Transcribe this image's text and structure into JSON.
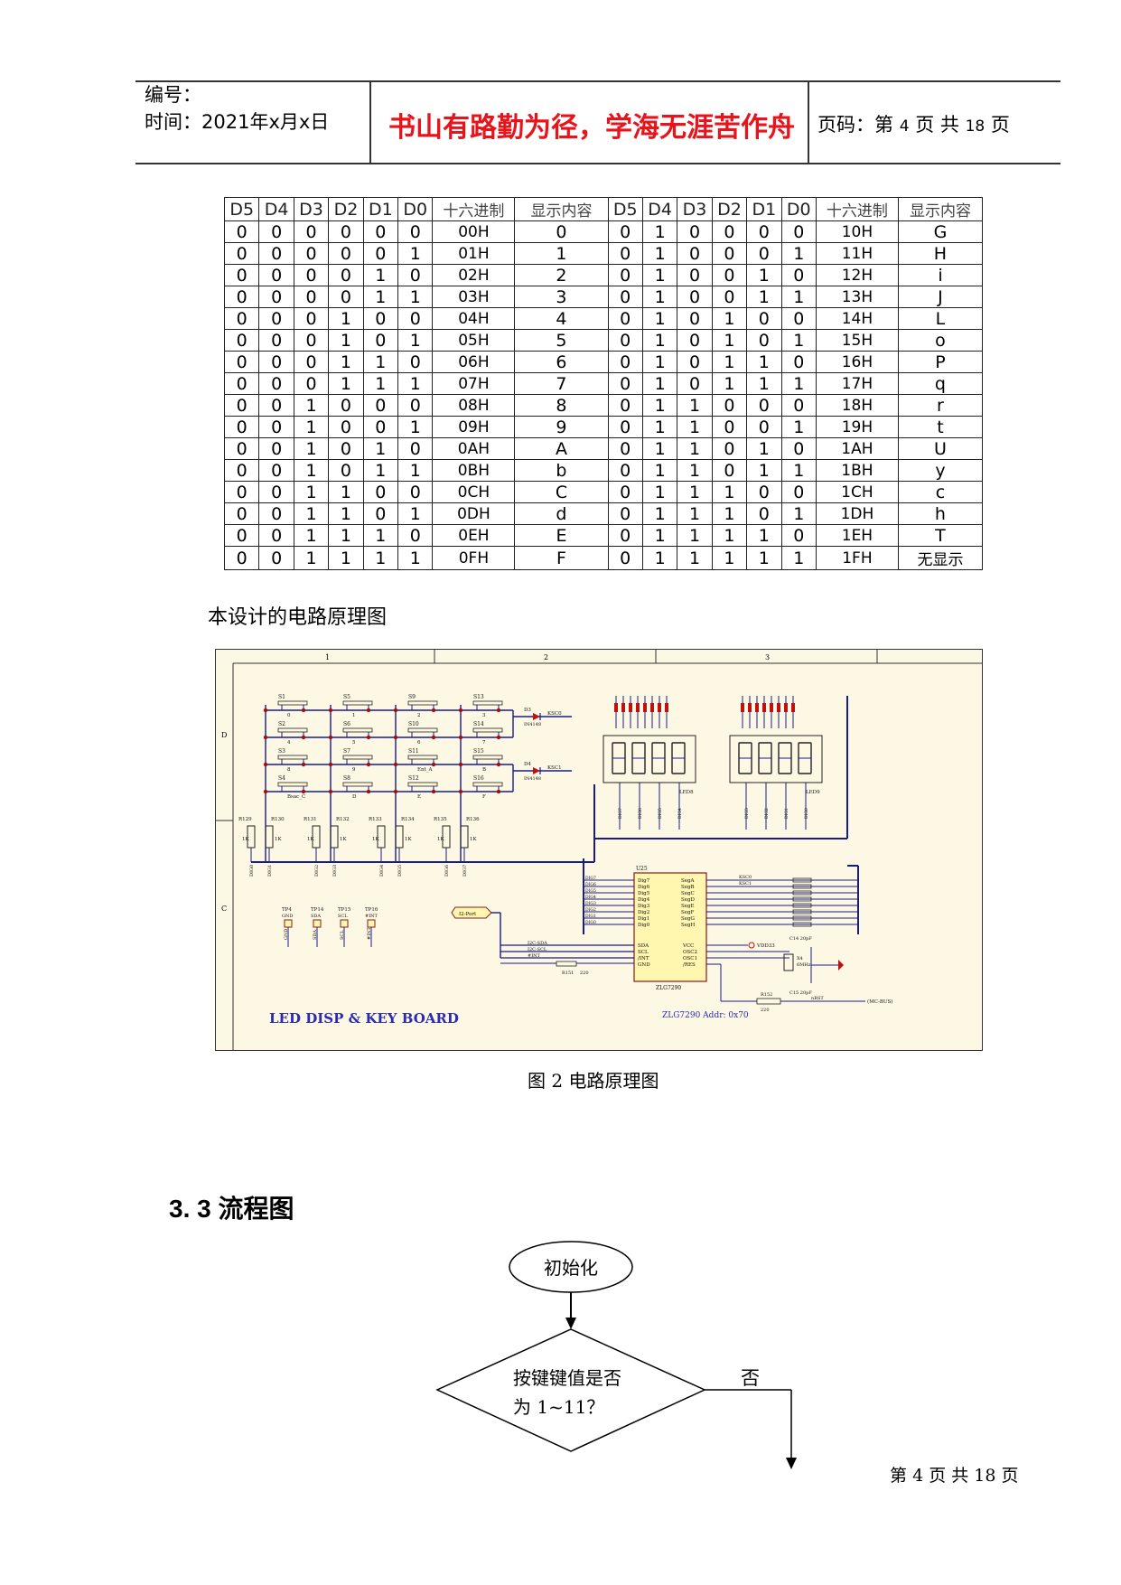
{
  "header": {
    "number_label": "编号：",
    "time_label": "时间：2021年x月x日",
    "motto": "书山有路勤为径，学海无涯苦作舟",
    "page_label": "页码：第",
    "page_num": "4",
    "page_mid": "页  共",
    "total": "18",
    "page_end": "页"
  },
  "table": {
    "headers": [
      "D5",
      "D4",
      "D3",
      "D2",
      "D1",
      "D0",
      "十六进制",
      "显示内容",
      "D5",
      "D4",
      "D3",
      "D2",
      "D1",
      "D0",
      "十六进制",
      "显示内容"
    ],
    "rows": [
      [
        "0",
        "0",
        "0",
        "0",
        "0",
        "0",
        "00H",
        "0",
        "0",
        "1",
        "0",
        "0",
        "0",
        "0",
        "10H",
        "G"
      ],
      [
        "0",
        "0",
        "0",
        "0",
        "0",
        "1",
        "01H",
        "1",
        "0",
        "1",
        "0",
        "0",
        "0",
        "1",
        "11H",
        "H"
      ],
      [
        "0",
        "0",
        "0",
        "0",
        "1",
        "0",
        "02H",
        "2",
        "0",
        "1",
        "0",
        "0",
        "1",
        "0",
        "12H",
        "i"
      ],
      [
        "0",
        "0",
        "0",
        "0",
        "1",
        "1",
        "03H",
        "3",
        "0",
        "1",
        "0",
        "0",
        "1",
        "1",
        "13H",
        "J"
      ],
      [
        "0",
        "0",
        "0",
        "1",
        "0",
        "0",
        "04H",
        "4",
        "0",
        "1",
        "0",
        "1",
        "0",
        "0",
        "14H",
        "L"
      ],
      [
        "0",
        "0",
        "0",
        "1",
        "0",
        "1",
        "05H",
        "5",
        "0",
        "1",
        "0",
        "1",
        "0",
        "1",
        "15H",
        "o"
      ],
      [
        "0",
        "0",
        "0",
        "1",
        "1",
        "0",
        "06H",
        "6",
        "0",
        "1",
        "0",
        "1",
        "1",
        "0",
        "16H",
        "P"
      ],
      [
        "0",
        "0",
        "0",
        "1",
        "1",
        "1",
        "07H",
        "7",
        "0",
        "1",
        "0",
        "1",
        "1",
        "1",
        "17H",
        "q"
      ],
      [
        "0",
        "0",
        "1",
        "0",
        "0",
        "0",
        "08H",
        "8",
        "0",
        "1",
        "1",
        "0",
        "0",
        "0",
        "18H",
        "r"
      ],
      [
        "0",
        "0",
        "1",
        "0",
        "0",
        "1",
        "09H",
        "9",
        "0",
        "1",
        "1",
        "0",
        "0",
        "1",
        "19H",
        "t"
      ],
      [
        "0",
        "0",
        "1",
        "0",
        "1",
        "0",
        "0AH",
        "A",
        "0",
        "1",
        "1",
        "0",
        "1",
        "0",
        "1AH",
        "U"
      ],
      [
        "0",
        "0",
        "1",
        "0",
        "1",
        "1",
        "0BH",
        "b",
        "0",
        "1",
        "1",
        "0",
        "1",
        "1",
        "1BH",
        "y"
      ],
      [
        "0",
        "0",
        "1",
        "1",
        "0",
        "0",
        "0CH",
        "C",
        "0",
        "1",
        "1",
        "1",
        "0",
        "0",
        "1CH",
        "c"
      ],
      [
        "0",
        "0",
        "1",
        "1",
        "0",
        "1",
        "0DH",
        "d",
        "0",
        "1",
        "1",
        "1",
        "0",
        "1",
        "1DH",
        "h"
      ],
      [
        "0",
        "0",
        "1",
        "1",
        "1",
        "0",
        "0EH",
        "E",
        "0",
        "1",
        "1",
        "1",
        "1",
        "0",
        "1EH",
        "T"
      ],
      [
        "0",
        "0",
        "1",
        "1",
        "1",
        "1",
        "0FH",
        "F",
        "0",
        "1",
        "1",
        "1",
        "1",
        "1",
        "1FH",
        "无显示"
      ]
    ]
  },
  "body_text": "本设计的电路原理图",
  "schematic": {
    "col_labels": [
      "1",
      "2",
      "3"
    ],
    "row_labels": [
      "D",
      "C"
    ],
    "switches": [
      "S1",
      "S5",
      "S9",
      "S13",
      "S2",
      "S6",
      "S10",
      "S14",
      "S3",
      "S7",
      "S11",
      "S15",
      "S4",
      "S8",
      "S12",
      "S16"
    ],
    "key_labels": [
      "0",
      "1",
      "2",
      "3",
      "4",
      "5",
      "6",
      "7",
      "8",
      "9",
      "Ent_A",
      "B",
      "Bsac_C",
      "D",
      "E",
      "F"
    ],
    "diodes": [
      "D3",
      "D4"
    ],
    "diode_parts": [
      "IN4148",
      "IN4148"
    ],
    "ksc_labels": [
      "KSC0",
      "KSC1"
    ],
    "resistors": [
      "R129",
      "R130",
      "R131",
      "R132",
      "R133",
      "R134",
      "R135",
      "R136"
    ],
    "res_value": "1K",
    "dig_labels": [
      "DIG0",
      "DIG1",
      "DIG2",
      "DIG3",
      "DIG4",
      "DIG5",
      "DIG6",
      "DIG7"
    ],
    "displays": [
      "LED8",
      "LED9"
    ],
    "testpoints": [
      "TP4",
      "TP14",
      "TP15",
      "TP16"
    ],
    "tp_signals": [
      "GND",
      "SDA",
      "SCL",
      "#INT"
    ],
    "ic_name": "U25",
    "ic_part": "ZLG7290",
    "ic_left_pins": [
      "Dig7",
      "Dig6",
      "Dig5",
      "Dig4",
      "Dig3",
      "Dig2",
      "Dig1",
      "Dig0"
    ],
    "ic_right_pins": [
      "SegA",
      "SegB",
      "SegC",
      "SegD",
      "SegE",
      "SegF",
      "SegG",
      "SegH"
    ],
    "ic_bottom_left": [
      "SDA",
      "SCL",
      "/INT",
      "GND"
    ],
    "ic_bottom_right": [
      "VCC",
      "OSC2",
      "OSC1",
      "/RES"
    ],
    "port_label": "I2-Port",
    "bus_labels": [
      "I2C-SDA",
      "I2C-SCL",
      "#INT"
    ],
    "vdd": "VDD33",
    "resistor_bottom": [
      "R151",
      "220"
    ],
    "resistor_res": [
      "R152",
      "220"
    ],
    "crystal": [
      "X4",
      "6MHz"
    ],
    "caps": [
      "C14",
      "20pF",
      "C15",
      "20pF"
    ],
    "res_label": "nRST",
    "mcu_bus": "(MC-BUS)",
    "board_title": "LED DISP & KEY BOARD",
    "addr_text": "ZLG7290  Addr: 0x70"
  },
  "caption": "图 2  电路原理图",
  "section_title": "3. 3  流程图",
  "flowchart": {
    "start": "初始化",
    "decision_line1": "按键键值是否",
    "decision_line2": "为 1~11？",
    "no_label": "否"
  },
  "footer": {
    "prefix": "第",
    "page": "4",
    "mid": "页  共",
    "total": "18",
    "suffix": "页"
  },
  "colors": {
    "motto": "#e8141b",
    "schematic_bg": "#fdf8e4",
    "wire": "#1a1a8c",
    "junction": "#a01010"
  }
}
